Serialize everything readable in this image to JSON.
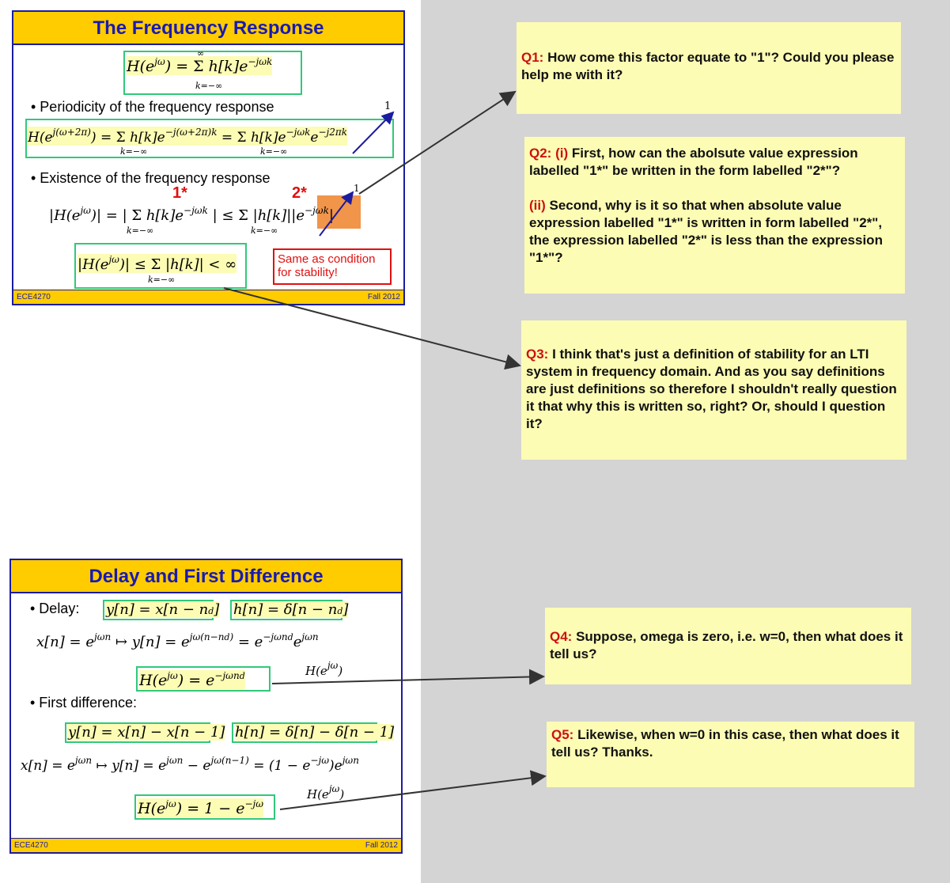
{
  "slide1": {
    "title": "The Frequency Response",
    "eq1": "H(e^{jω}) = Σ_{k=−∞}^{∞} h[k]e^{−jωk}",
    "bullet1": "• Periodicity of the frequency response",
    "eq2": "H(e^{j(ω+2π)}) = Σ h[k]e^{−j(ω+2π)k} = Σ h[k]e^{−jωk}e^{−j2πk}",
    "bullet2": "• Existence of the frequency response",
    "eq3": "|H(e^{jω})| = |Σ h[k]e^{−jωk}| ≤ Σ |h[k]||e^{−jωk}|",
    "eq4": "|H(e^{jω})| ≤ Σ |h[k]| < ∞",
    "label_1": "1*",
    "label_2": "2*",
    "arrow_label": "1",
    "stability_note": "Same as condition for stability!",
    "footer_left": "ECE4270",
    "footer_right": "Fall 2012"
  },
  "slide2": {
    "title": "Delay and First Difference",
    "bullet_delay": "• Delay:",
    "eq_delay_y": "y[n] = x[n − n_d]",
    "eq_delay_h": "h[n] = δ[n − n_d]",
    "eq_delay_resp": "x[n] = e^{jωn} ↦ y[n] = e^{jω(n−n_d)} = e^{−jωn_d} e^{jωn}",
    "eq_delay_H": "H(e^{jω}) = e^{−jωn_d}",
    "bullet_diff": "• First difference:",
    "eq_diff_y": "y[n] = x[n] − x[n − 1]",
    "eq_diff_h": "h[n] = δ[n] − δ[n − 1]",
    "eq_diff_resp": "x[n] = e^{jωn} ↦ y[n] = e^{jωn} − e^{jω(n−1)} = (1 − e^{−jω})e^{jωn}",
    "eq_diff_H": "H(e^{jω}) = 1 − e^{−jω}",
    "footer_left": "ECE4270",
    "footer_right": "Fall 2012"
  },
  "notes": [
    {
      "tag": "Q1:",
      "sub": "",
      "text": "How come this factor equate to \"1\"? Could you please help me with it?"
    },
    {
      "tag": "Q2:",
      "sub": "(i)",
      "text": "First, how can the abolsute value expression labelled \"1*\" be written in the form labelled \"2*\"?",
      "tag2": "(ii)",
      "text2": "Second, why is it so that when absolute value expression labelled \"1*\" is written in form labelled \"2*\", the expression labelled \"2*\" is less than the expression \"1*\"?"
    },
    {
      "tag": "Q3:",
      "sub": "",
      "text": "I think that's just a definition of stability for an LTI system in frequency domain. And as you say definitions are just definitions so therefore I shouldn't really question it that why this is written so, right? Or, should I question it?"
    },
    {
      "tag": "Q4:",
      "sub": "",
      "text": "Suppose, omega is zero, i.e. w=0, then what does it tell us?"
    },
    {
      "tag": "Q5:",
      "sub": "",
      "text": "Likewise, when w=0 in this case, then what does it tell us? Thanks."
    }
  ]
}
